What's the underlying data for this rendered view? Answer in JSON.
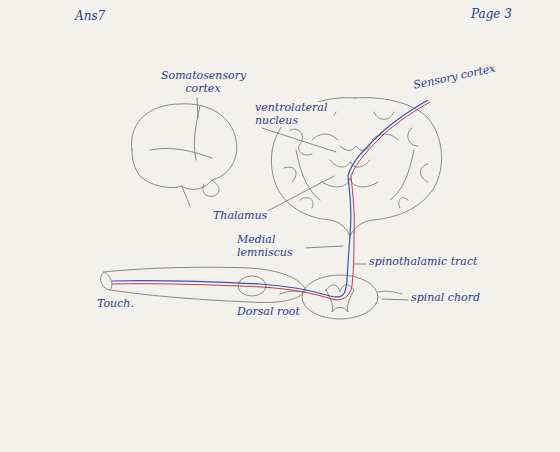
{
  "diagram": {
    "labels": [
      "Ans7",
      "Page 3",
      "Somatosensory cortex",
      "ventrolateral nucleus",
      "Sensory cortex",
      "Thalamus",
      "Medial lemniscus",
      "spinothalamic tract",
      "spinal chord",
      "Touch.",
      "Dorsal root"
    ]
  }
}
